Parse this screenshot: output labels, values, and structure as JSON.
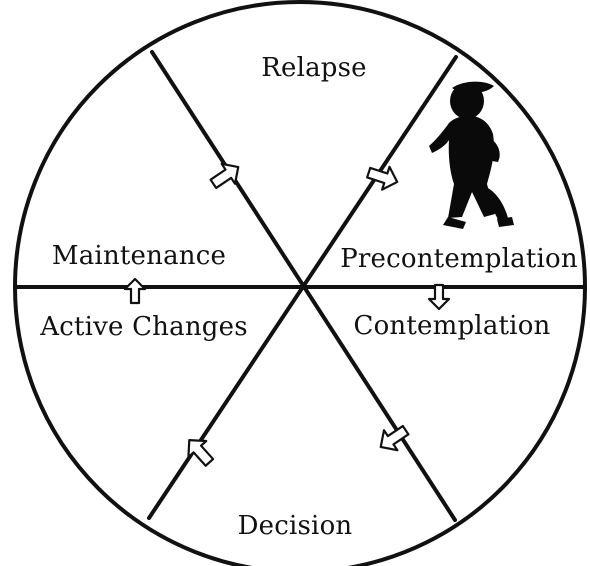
{
  "diagram": {
    "stages": {
      "relapse": "Relapse",
      "precontemplation": "Precontemplation",
      "contemplation": "Contemplation",
      "decision": "Decision",
      "active_changes": "Active Changes",
      "maintenance": "Maintenance"
    },
    "icons": {
      "figure": "walking-person-icon",
      "arrow": "cycle-arrow-icon"
    },
    "colors": {
      "line": "#111111",
      "background": "#ffffff",
      "figure": "#0a0a0a"
    }
  }
}
